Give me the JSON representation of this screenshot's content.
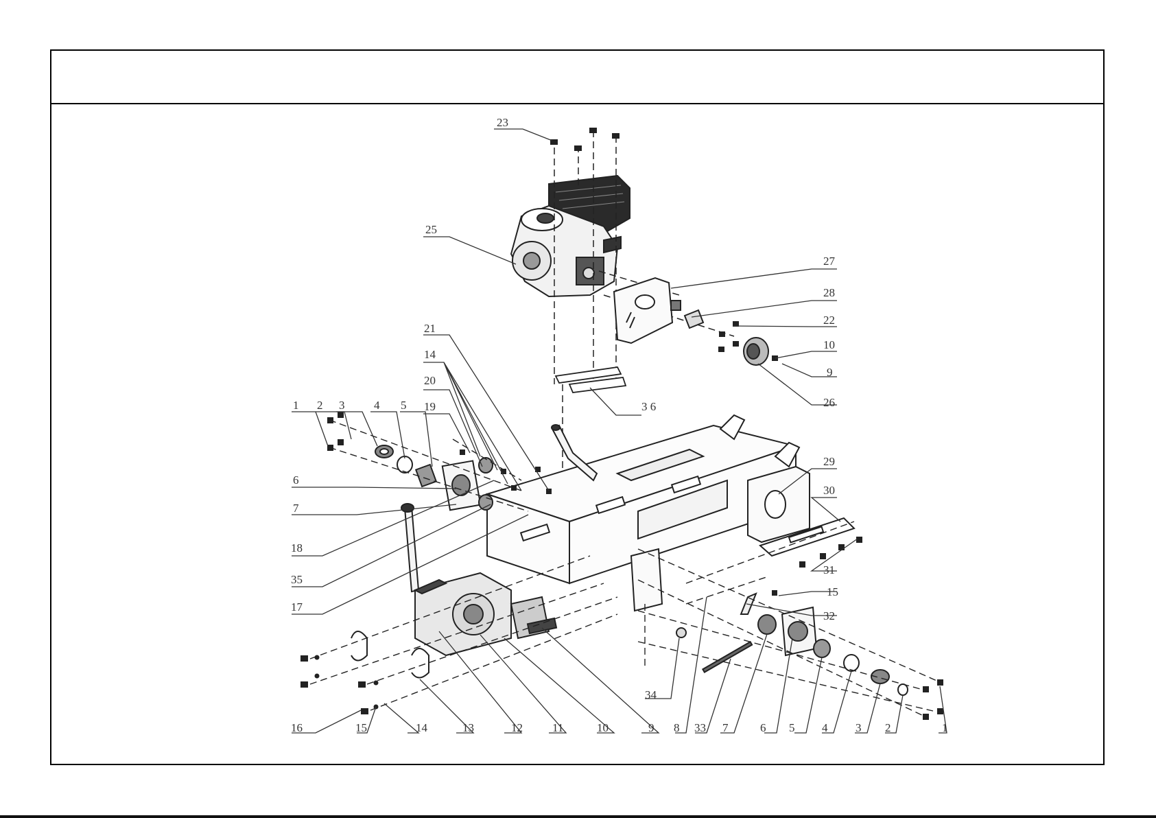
{
  "sheet": {
    "header_title": ""
  },
  "callouts": {
    "c_23": "23",
    "c_25": "25",
    "c_27": "27",
    "c_28": "28",
    "c_22": "22",
    "c_10a": "10",
    "c_9a": "9",
    "c_26": "26",
    "c_36": "3 6",
    "c_21": "21",
    "c_14a": "14",
    "c_20": "20",
    "c_19": "19",
    "c_1a": "1",
    "c_2a": "2",
    "c_3a": "3",
    "c_4a": "4",
    "c_5a": "5",
    "c_6a": "6",
    "c_7a": "7",
    "c_18": "18",
    "c_35": "35",
    "c_17": "17",
    "c_29": "29",
    "c_30": "30",
    "c_31": "31",
    "c_15a": "15",
    "c_32": "32",
    "c_16": "16",
    "c_15b": "15",
    "c_14b": "14",
    "c_13": "13",
    "c_12": "12",
    "c_11": "11",
    "c_10b": "10",
    "c_9b": "9",
    "c_34": "34",
    "c_8": "8",
    "c_33": "33",
    "c_7b": "7",
    "c_6b": "6",
    "c_5b": "5",
    "c_4b": "4",
    "c_3b": "3",
    "c_2b": "2",
    "c_1b": "1"
  }
}
